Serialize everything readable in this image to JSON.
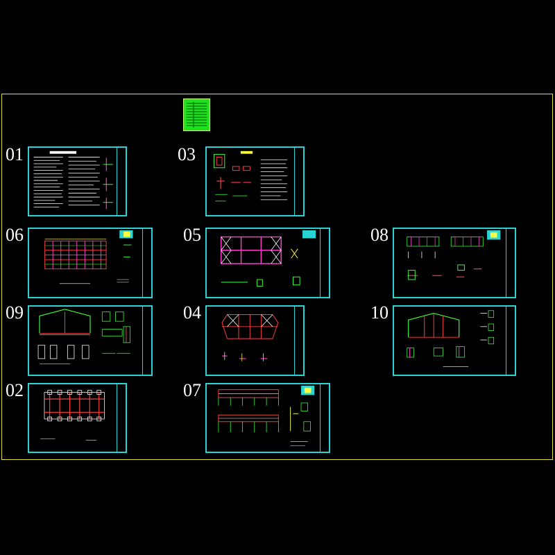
{
  "drawing_set": {
    "sheets": [
      {
        "id": "s01",
        "label": "01"
      },
      {
        "id": "s03",
        "label": "03"
      },
      {
        "id": "s06",
        "label": "06"
      },
      {
        "id": "s05",
        "label": "05"
      },
      {
        "id": "s08",
        "label": "08"
      },
      {
        "id": "s09",
        "label": "09"
      },
      {
        "id": "s04",
        "label": "04"
      },
      {
        "id": "s10",
        "label": "10"
      },
      {
        "id": "s02",
        "label": "02"
      },
      {
        "id": "s07",
        "label": "07"
      }
    ]
  },
  "colors": {
    "background": "#000000",
    "frame": "#e8e04a",
    "sheet_border": "#2bd4d4",
    "label": "#ffffff",
    "cover": "#1fe01f"
  }
}
